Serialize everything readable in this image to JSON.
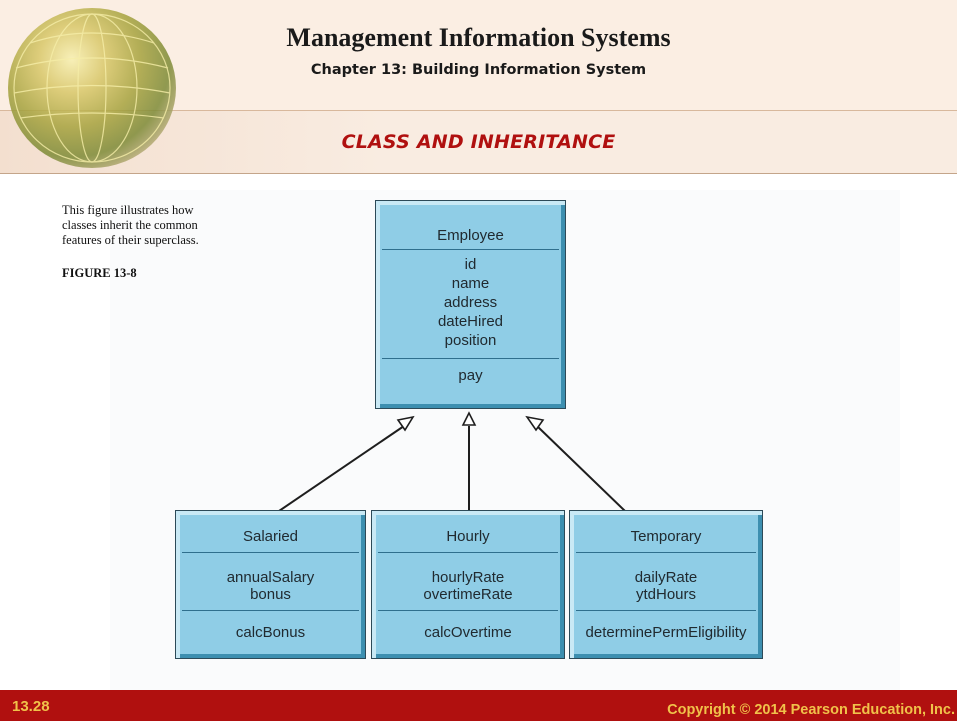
{
  "header": {
    "title": "Management Information Systems",
    "subtitle": "Chapter 13: Building Information System",
    "section": "CLASS AND INHERITANCE"
  },
  "caption": {
    "lines": [
      "This figure illustrates how",
      "classes inherit the common",
      "features of their superclass."
    ],
    "figure_label": "FIGURE 13-8"
  },
  "diagram": {
    "superclass": {
      "name": "Employee",
      "attributes": [
        "id",
        "name",
        "address",
        "dateHired",
        "position"
      ],
      "methods": [
        "pay"
      ]
    },
    "subclasses": [
      {
        "name": "Salaried",
        "attributes": [
          "annualSalary",
          "bonus"
        ],
        "methods": [
          "calcBonus"
        ]
      },
      {
        "name": "Hourly",
        "attributes": [
          "hourlyRate",
          "overtimeRate"
        ],
        "methods": [
          "calcOvertime"
        ]
      },
      {
        "name": "Temporary",
        "attributes": [
          "dailyRate",
          "ytdHours"
        ],
        "methods": [
          "determinePermEligibility"
        ]
      }
    ],
    "colors": {
      "box_fill": "#8fcde6",
      "box_dark": "#3d8fb0",
      "box_light": "#c9e9f5"
    }
  },
  "footer": {
    "slide_number": "13.28",
    "copyright": "Copyright © 2014 Pearson Education, Inc."
  },
  "colors": {
    "accent": "#b0100f",
    "footer_text": "#f0c24a",
    "header_bg": "#fbeee3"
  }
}
